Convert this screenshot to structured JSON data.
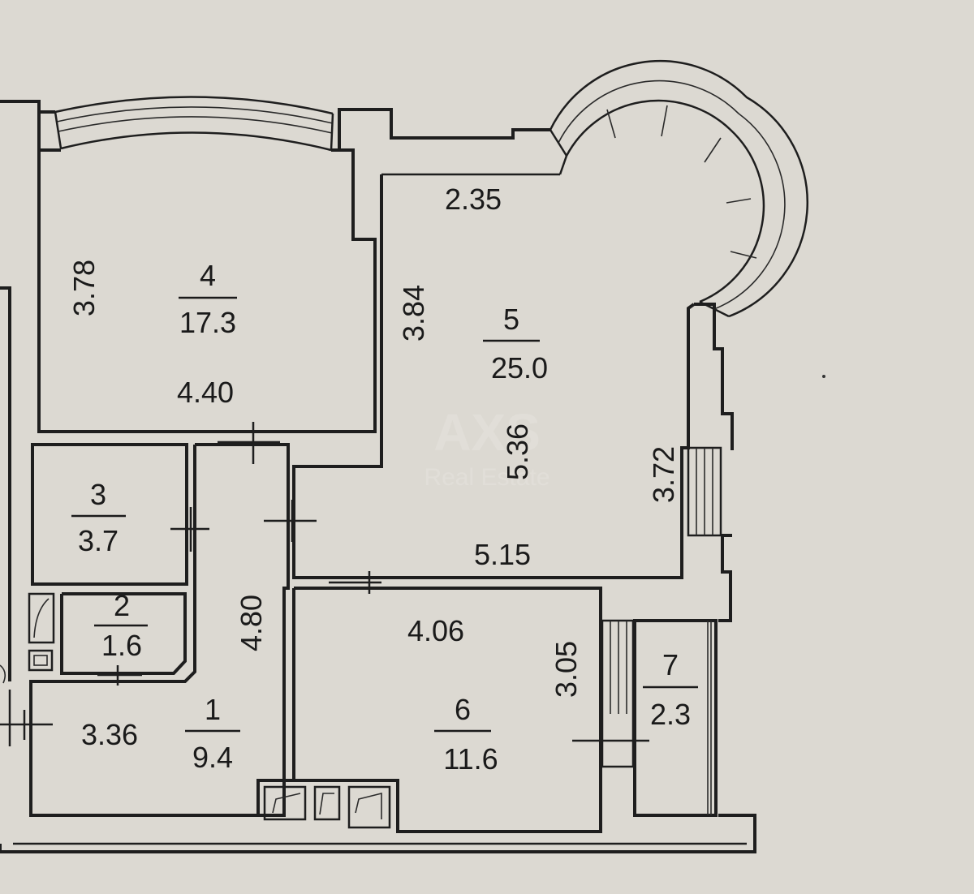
{
  "watermark": {
    "brand": "AXS",
    "sub": "Real Estate"
  },
  "rooms": [
    {
      "number": "1",
      "area": "9.4"
    },
    {
      "number": "2",
      "area": "1.6"
    },
    {
      "number": "3",
      "area": "3.7"
    },
    {
      "number": "4",
      "area": "17.3"
    },
    {
      "number": "5",
      "area": "25.0"
    },
    {
      "number": "6",
      "area": "11.6"
    },
    {
      "number": "7",
      "area": "2.3"
    }
  ],
  "dimensions": {
    "room4_height": "3.78",
    "room4_width": "4.40",
    "room5_top": "2.35",
    "room5_left": "3.84",
    "room5_center": "5.36",
    "room5_right": "3.72",
    "room5_bottom": "5.15",
    "corridor": "4.80",
    "room1_width": "3.36",
    "room6_width": "4.06",
    "room6_height": "3.05"
  }
}
